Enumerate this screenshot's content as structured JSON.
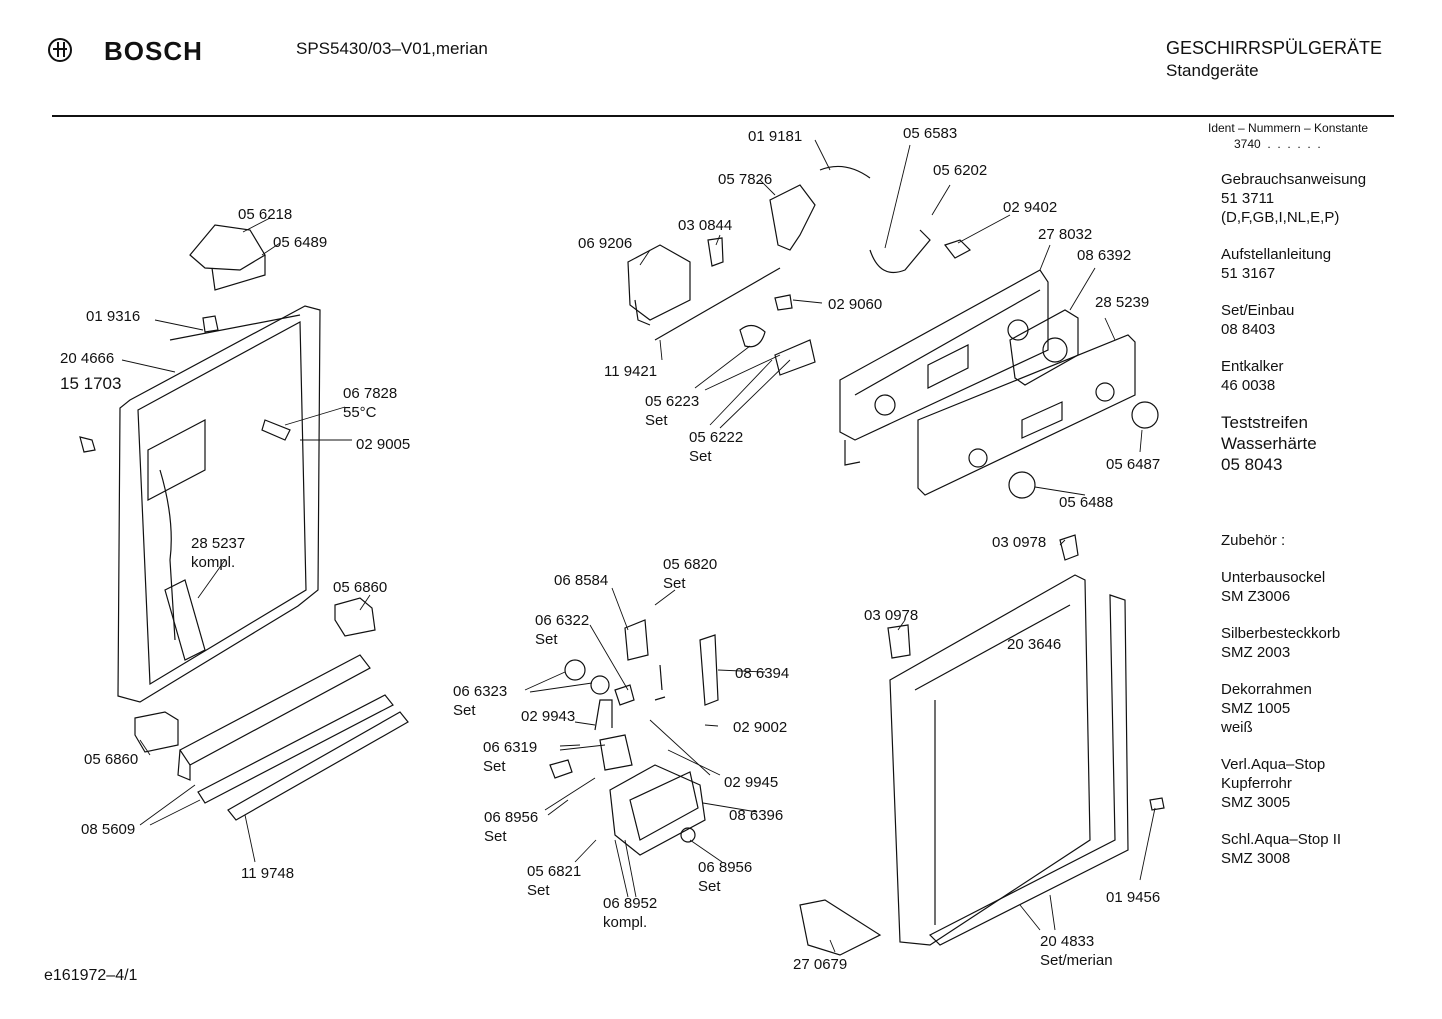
{
  "header": {
    "brand": "BOSCH",
    "model": "SPS5430/03–V01,merian",
    "category": "GESCHIRRSPÜLGERÄTE",
    "subcategory": "Standgeräte"
  },
  "footer": {
    "code": "e161972–4/1"
  },
  "sidebar": {
    "ident_label": "Ident – Nummern – Konstante",
    "ident_value": "3740  .  .  .  .  .  .",
    "entries": [
      {
        "text": "Gebrauchsanweisung\n51 3711\n(D,F,GB,I,NL,E,P)"
      },
      {
        "text": "Aufstellanleitung\n51 3167"
      },
      {
        "text": "Set/Einbau\n08 8403"
      },
      {
        "text": "Entkalker\n46 0038"
      },
      {
        "text": "Teststreifen\nWasserhärte\n05 8043"
      },
      {
        "text": "Zubehör :"
      },
      {
        "text": "Unterbausockel\nSM Z3006"
      },
      {
        "text": "Silberbesteckkorb\nSMZ 2003"
      },
      {
        "text": "Dekorrahmen\nSMZ 1005\nweiß"
      },
      {
        "text": "Verl.Aqua–Stop\nKupferrohr\nSMZ 3005"
      },
      {
        "text": "Schl.Aqua–Stop II\nSMZ 3008"
      }
    ]
  },
  "parts": [
    {
      "id": "p-056218",
      "text": "05 6218"
    },
    {
      "id": "p-056489",
      "text": "05 6489"
    },
    {
      "id": "p-019316",
      "text": "01 9316"
    },
    {
      "id": "p-204666",
      "text": "20 4666"
    },
    {
      "id": "p-151703",
      "text": "15 1703"
    },
    {
      "id": "p-067828",
      "text": "06 7828\n55°C"
    },
    {
      "id": "p-029005",
      "text": "02 9005"
    },
    {
      "id": "p-285237",
      "text": "28 5237\nkompl."
    },
    {
      "id": "p-056860a",
      "text": "05 6860"
    },
    {
      "id": "p-056860b",
      "text": "05 6860"
    },
    {
      "id": "p-085609",
      "text": "08 5609"
    },
    {
      "id": "p-119748",
      "text": "11 9748"
    },
    {
      "id": "p-019181",
      "text": "01 9181"
    },
    {
      "id": "p-057826",
      "text": "05 7826"
    },
    {
      "id": "p-030844",
      "text": "03 0844"
    },
    {
      "id": "p-069206",
      "text": "06 9206"
    },
    {
      "id": "p-029060",
      "text": "02 9060"
    },
    {
      "id": "p-119421",
      "text": "11 9421"
    },
    {
      "id": "p-056223",
      "text": "05 6223\nSet"
    },
    {
      "id": "p-056222",
      "text": "05 6222\nSet"
    },
    {
      "id": "p-056583",
      "text": "05 6583"
    },
    {
      "id": "p-056202",
      "text": "05 6202"
    },
    {
      "id": "p-029402",
      "text": "02 9402"
    },
    {
      "id": "p-278032",
      "text": "27 8032"
    },
    {
      "id": "p-086392",
      "text": "08 6392"
    },
    {
      "id": "p-285239",
      "text": "28 5239"
    },
    {
      "id": "p-056487",
      "text": "05 6487"
    },
    {
      "id": "p-056488",
      "text": "05 6488"
    },
    {
      "id": "p-030978a",
      "text": "03 0978"
    },
    {
      "id": "p-030978b",
      "text": "03 0978"
    },
    {
      "id": "p-203646",
      "text": "20 3646"
    },
    {
      "id": "p-019456",
      "text": "01 9456"
    },
    {
      "id": "p-204833",
      "text": "20 4833\nSet/merian"
    },
    {
      "id": "p-270679",
      "text": "27 0679"
    },
    {
      "id": "p-068584",
      "text": "06 8584"
    },
    {
      "id": "p-056820",
      "text": "05 6820\nSet"
    },
    {
      "id": "p-066322",
      "text": "06 6322\nSet"
    },
    {
      "id": "p-066323",
      "text": "06 6323\nSet"
    },
    {
      "id": "p-086394",
      "text": "08 6394"
    },
    {
      "id": "p-029943",
      "text": "02 9943"
    },
    {
      "id": "p-029002",
      "text": "02 9002"
    },
    {
      "id": "p-066319",
      "text": "06 6319\nSet"
    },
    {
      "id": "p-029945",
      "text": "02 9945"
    },
    {
      "id": "p-068956a",
      "text": "06 8956\nSet"
    },
    {
      "id": "p-086396",
      "text": "08 6396"
    },
    {
      "id": "p-056821",
      "text": "05 6821\nSet"
    },
    {
      "id": "p-068956b",
      "text": "06 8956\nSet"
    },
    {
      "id": "p-068952",
      "text": "06 8952\nkompl."
    }
  ]
}
